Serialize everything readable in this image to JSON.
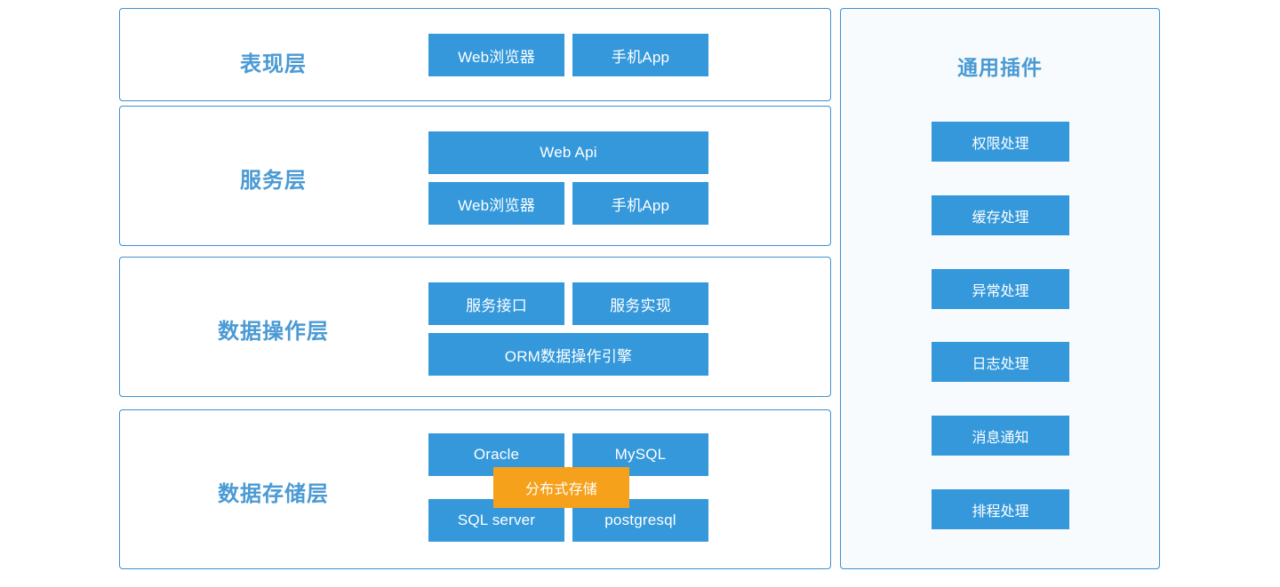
{
  "theme": {
    "box_blue": "#3498db",
    "box_orange": "#f5a11b",
    "border_blue": "#3d8fd0",
    "label_blue": "#4a9ad4",
    "panel_white": "#ffffff",
    "plugin_panel_bg": "#f7fbfd",
    "box_text": "#ffffff"
  },
  "architecture": {
    "layers": [
      {
        "label": "表现层",
        "boxes": [
          {
            "text": "Web浏览器"
          },
          {
            "text": "手机App"
          }
        ]
      },
      {
        "label": "服务层",
        "boxes": [
          {
            "text": "Web  Api"
          },
          {
            "text": "Web浏览器"
          },
          {
            "text": "手机App"
          }
        ]
      },
      {
        "label": "数据操作层",
        "boxes": [
          {
            "text": "服务接口"
          },
          {
            "text": "服务实现"
          },
          {
            "text": "ORM数据操作引擎"
          }
        ]
      },
      {
        "label": "数据存储层",
        "boxes": [
          {
            "text": "Oracle"
          },
          {
            "text": "MySQL"
          },
          {
            "text": "SQL server"
          },
          {
            "text": "postgresql"
          },
          {
            "text": "分布式存储"
          }
        ]
      }
    ]
  },
  "plugins": {
    "title": "通用插件",
    "items": [
      {
        "label": "权限处理"
      },
      {
        "label": "缓存处理"
      },
      {
        "label": "异常处理"
      },
      {
        "label": "日志处理"
      },
      {
        "label": "消息通知"
      },
      {
        "label": "排程处理"
      }
    ]
  }
}
